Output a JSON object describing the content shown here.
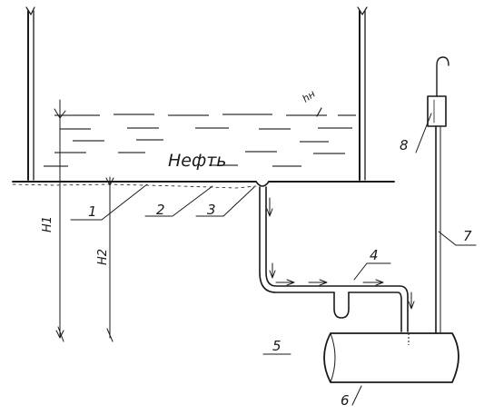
{
  "labels": {
    "liquid": "Нефть",
    "h_n": "hн",
    "H1": "H1",
    "H2": "H2",
    "n1": "1",
    "n2": "2",
    "n3": "3",
    "n4": "4",
    "n5": "5",
    "n6": "6",
    "n7": "7",
    "n8": "8"
  }
}
